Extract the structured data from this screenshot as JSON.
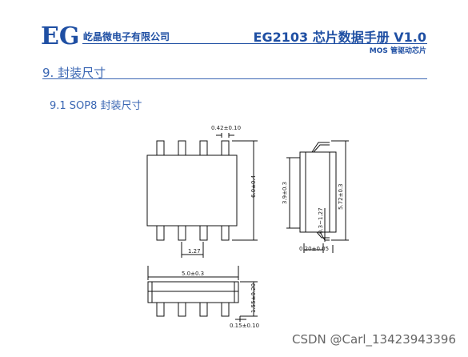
{
  "header": {
    "logo_text": "EG",
    "company": "屹晶微电子有限公司",
    "title": "EG2103 芯片数据手册 V1.0",
    "subtitle": "MOS 管驱动芯片"
  },
  "section": {
    "title": "9. 封装尺寸",
    "subsection": "9.1  SOP8 封装尺寸"
  },
  "dimensions": {
    "lead_width": "0.42±0.10",
    "body_width_top": "6.0±0.4",
    "pitch": "1.27",
    "side_height": "3.9±0.3",
    "side_total": "5.72±0.3",
    "lead_length": "0.3~1.27",
    "foot_thickness": "0.20±0.05",
    "body_length": "5.0±0.3",
    "front_height": "1.55±0.20",
    "standoff": "0.15±0.10"
  },
  "watermark": "CSDN @Carl_13423943396",
  "colors": {
    "brand": "#1f4fa3",
    "section": "#3a66b3"
  }
}
